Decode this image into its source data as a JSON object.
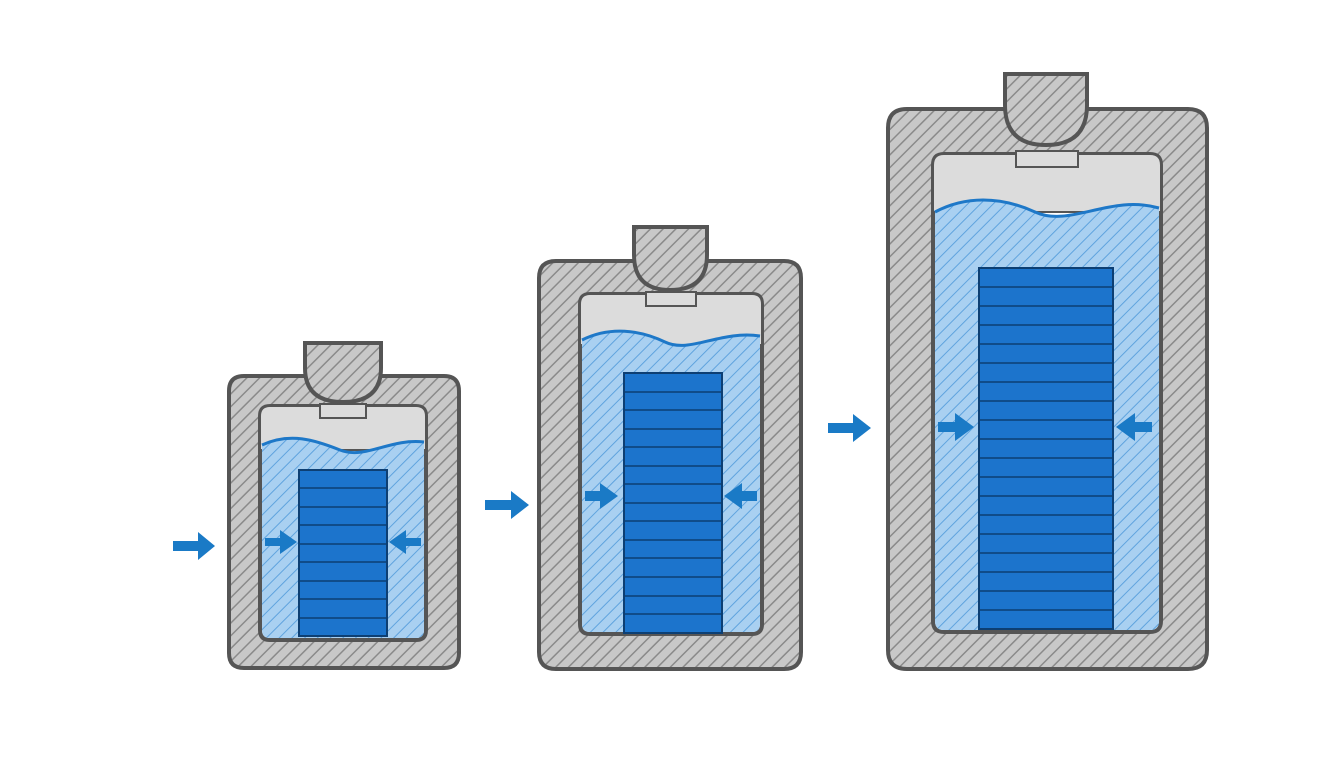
{
  "diagram": {
    "vessels": [
      {
        "stage": 1,
        "block_layers": 9
      },
      {
        "stage": 2,
        "block_layers": 14
      },
      {
        "stage": 3,
        "block_layers": 19
      }
    ],
    "colors": {
      "shell_fill": "#c8c8c8",
      "shell_stroke": "#555555",
      "hatch": "#8a8a8a",
      "liquid_fill": "#a9d0f1",
      "liquid_hatch": "#5fa3de",
      "wave_line": "#1e78c8",
      "block_fill": "#1c74cc",
      "block_lines": "#0d3f73",
      "headspace": "#dcdcdc",
      "arrow": "#1a7ac6",
      "background": "#ffffff"
    },
    "icons": [
      "right-arrow-icon",
      "left-arrow-icon",
      "cap-icon"
    ]
  }
}
